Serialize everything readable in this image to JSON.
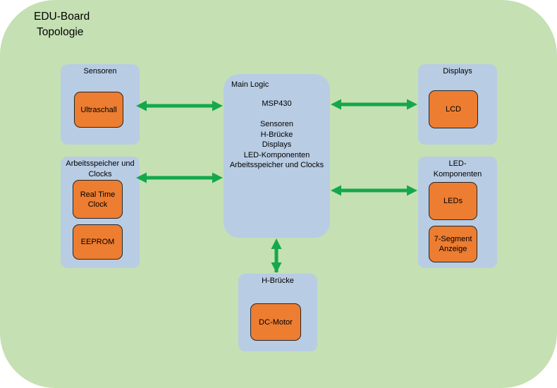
{
  "title": "EDU-Board\n Topologie",
  "colors": {
    "background": "#ffffff",
    "panel": "#c5e0b3",
    "group_box": "#b8cce4",
    "component": "#ed7d31",
    "component_border": "#262626",
    "arrow": "#14a84b",
    "text": "#000000"
  },
  "boxes": {
    "sensoren": {
      "label": "Sensoren"
    },
    "arbeitsspeicher": {
      "label": "Arbeitsspeicher und\nClocks"
    },
    "main_logic": {
      "label": "Main Logic",
      "body": "MSP430\n\nSensoren\nH-Brücke\nDisplays\nLED-Komponenten\nArbeitsspeicher und Clocks"
    },
    "displays": {
      "label": "Displays"
    },
    "led_komponenten": {
      "label": "LED-\nKomponenten"
    },
    "h_bruecke": {
      "label": "H-Brücke"
    }
  },
  "components": {
    "ultraschall": "Ultraschall",
    "real_time_clock": "Real Time\nClock",
    "eeprom": "EEPROM",
    "lcd": "LCD",
    "leds": "LEDs",
    "seven_segment": "7-Segment\nAnzeige",
    "dc_motor": "DC-Motor"
  },
  "arrows": [
    {
      "name": "sensoren-mainlogic",
      "from": "Sensoren",
      "to": "Main Logic",
      "direction": "bidirectional"
    },
    {
      "name": "arbeitsspeicher-mainlogic",
      "from": "Arbeitsspeicher und Clocks",
      "to": "Main Logic",
      "direction": "bidirectional"
    },
    {
      "name": "mainlogic-displays",
      "from": "Main Logic",
      "to": "Displays",
      "direction": "bidirectional"
    },
    {
      "name": "mainlogic-ledkomponenten",
      "from": "Main Logic",
      "to": "LED-Komponenten",
      "direction": "bidirectional"
    },
    {
      "name": "mainlogic-hbruecke",
      "from": "Main Logic",
      "to": "H-Brücke",
      "direction": "bidirectional"
    }
  ]
}
